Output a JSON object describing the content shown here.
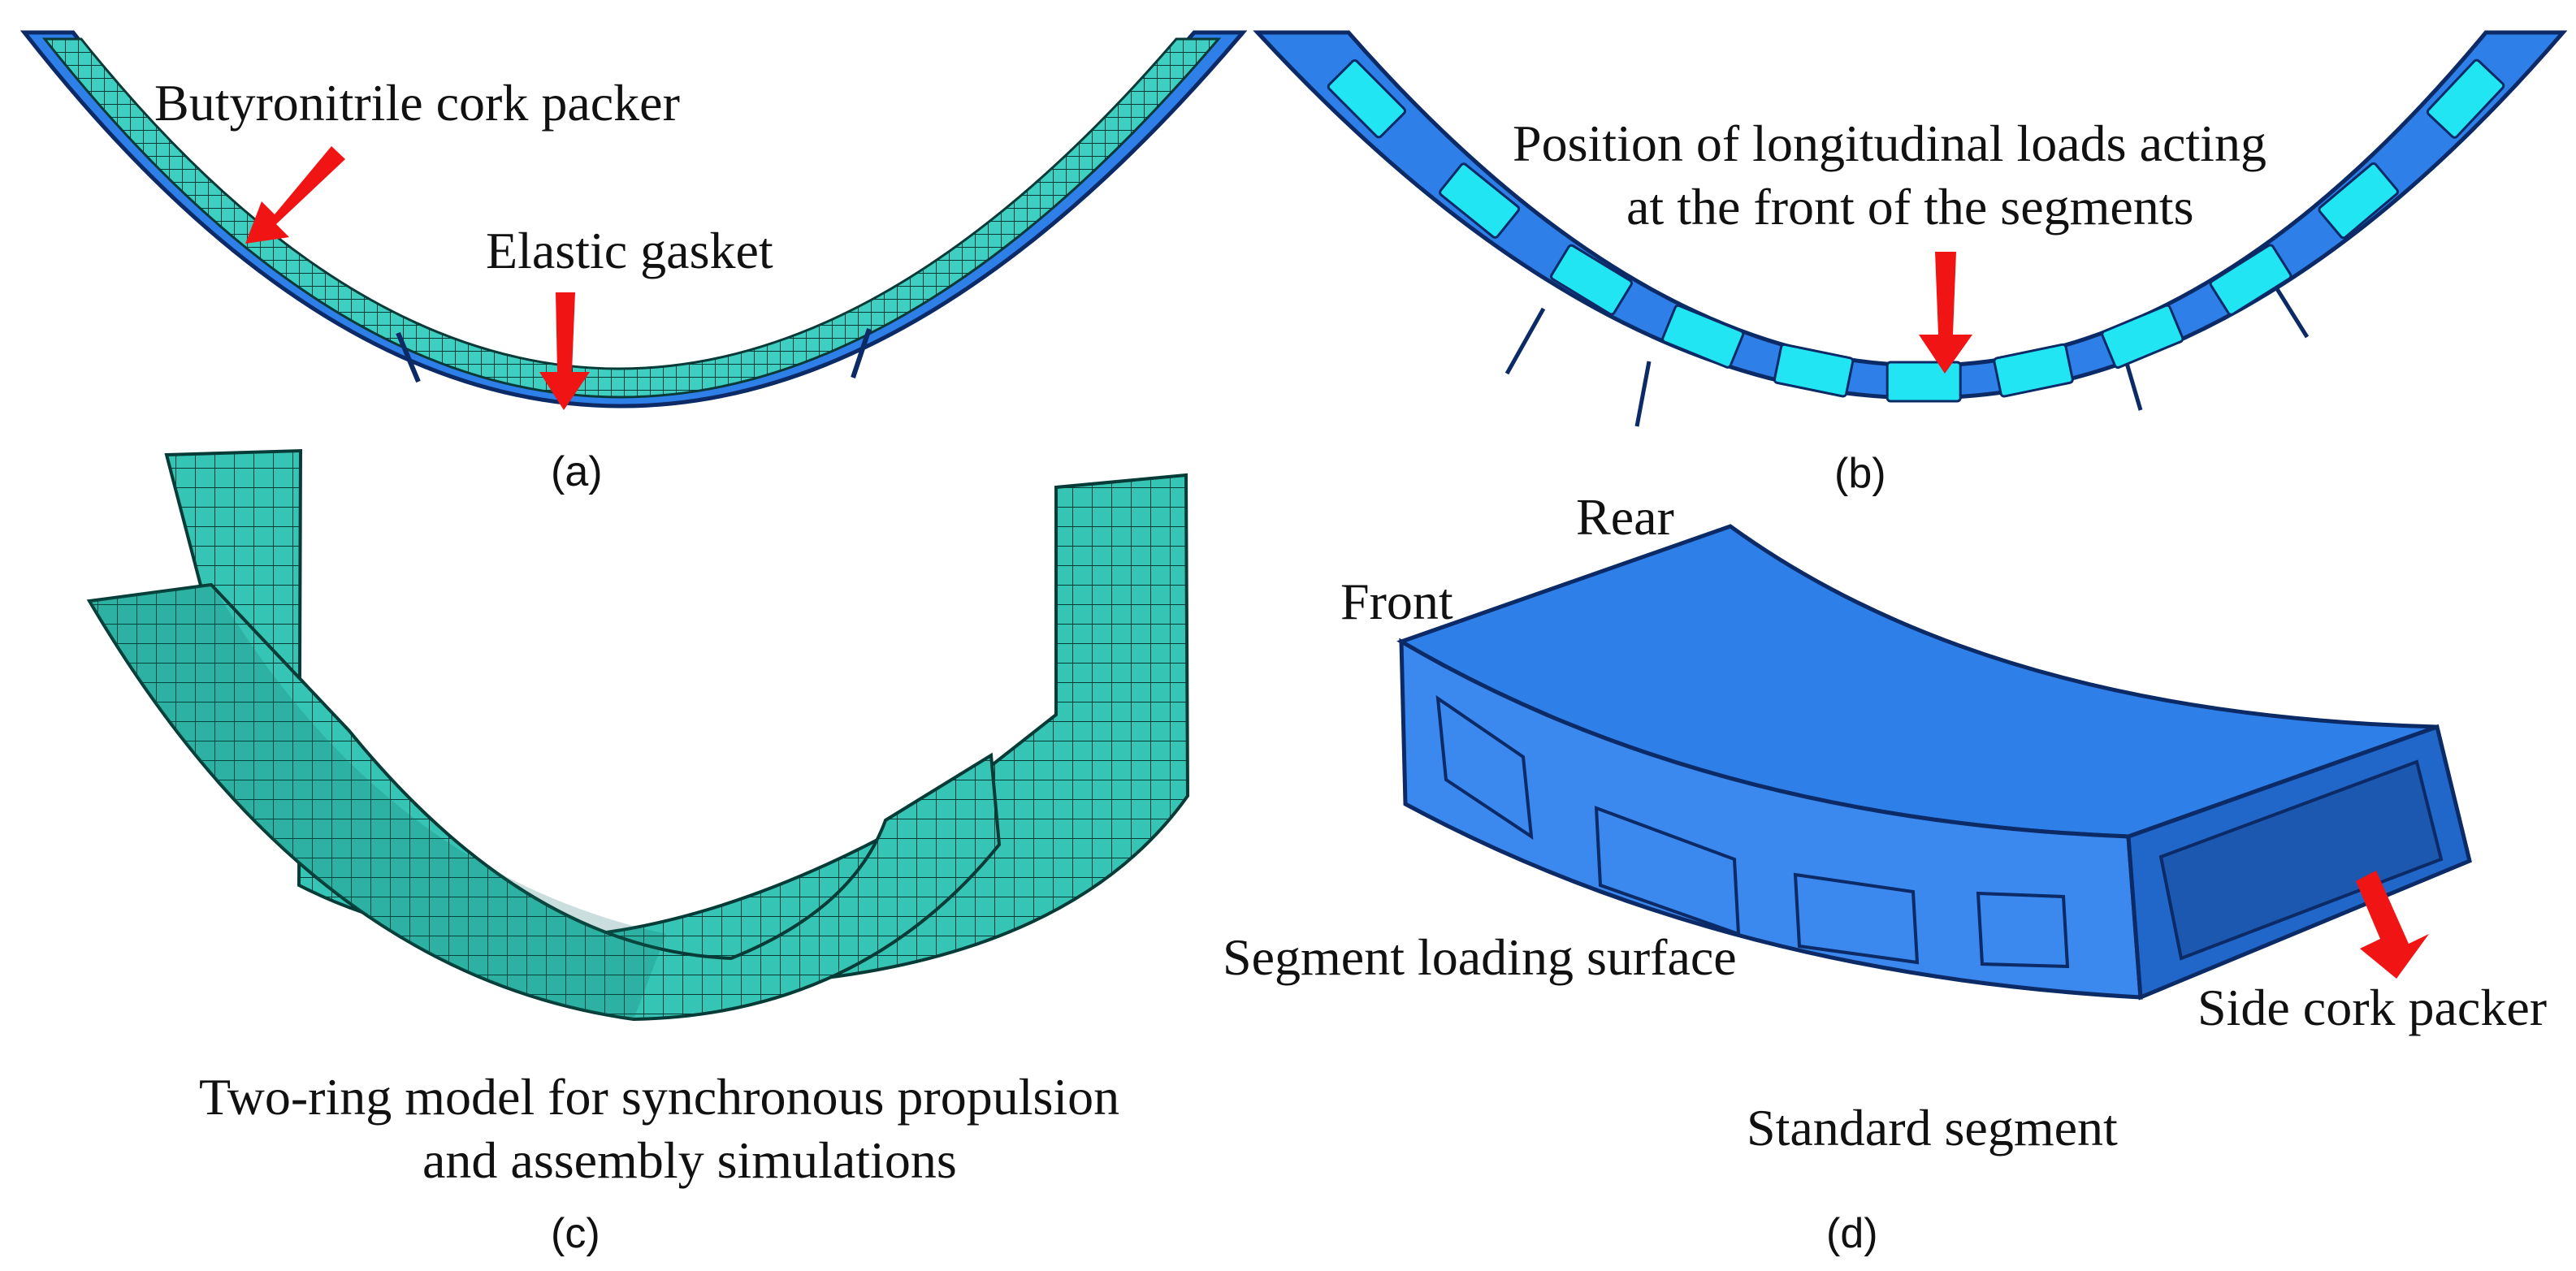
{
  "panel_a": {
    "callout_packer": "Butyronitrile cork packer",
    "callout_gasket": "Elastic gasket",
    "label": "(a)"
  },
  "panel_b": {
    "callout_line1": "Position of longitudinal loads acting",
    "callout_line2": "at the front of the segments",
    "label": "(b)"
  },
  "panel_c": {
    "caption_line1": "Two-ring model for synchronous propulsion",
    "caption_line2": "and assembly simulations",
    "label": "(c)"
  },
  "panel_d": {
    "label_rear": "Rear",
    "label_front": "Front",
    "label_loading": "Segment loading surface",
    "label_side": "Side cork packer",
    "caption": "Standard segment",
    "label": "(d)"
  },
  "colors": {
    "segment_blue": "#2f7fe8",
    "segment_edge": "#0b2a66",
    "pad_cyan": "#22e5f3",
    "mesh_teal": "#36c4b4",
    "arrow_red": "#f01414"
  }
}
